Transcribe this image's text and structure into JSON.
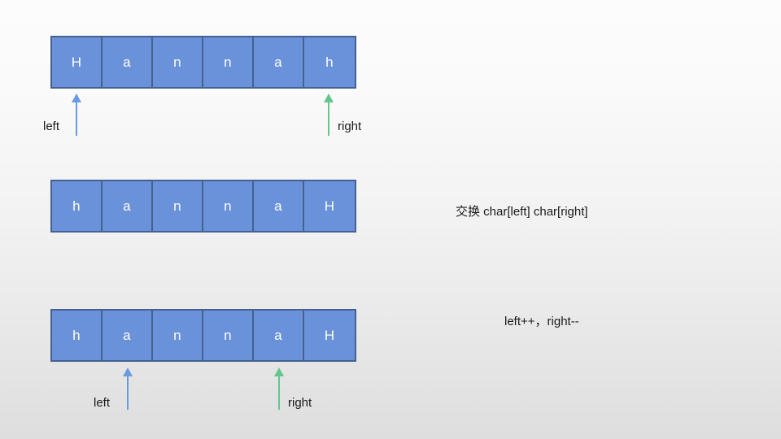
{
  "slide": {
    "background_top_color": "#fcfcfc",
    "background_bottom_color": "#dedede",
    "cell_fill_color": "#6a92da",
    "cell_border_color": "#44618f",
    "cell_text_color": "#ffffff",
    "left_pointer_color": "#6a9be0",
    "right_pointer_color": "#63c68c",
    "text_color": "#1a1a1a"
  },
  "rows": [
    {
      "id": "row-1",
      "cells": [
        "H",
        "a",
        "n",
        "n",
        "a",
        "h"
      ],
      "pointers": [
        {
          "name": "left",
          "label": "left",
          "color": "#6a9be0",
          "cell_index": 0
        },
        {
          "name": "right",
          "label": "right",
          "color": "#63c68c",
          "cell_index": 5
        }
      ]
    },
    {
      "id": "row-2",
      "cells": [
        "h",
        "a",
        "n",
        "n",
        "a",
        "H"
      ],
      "pointers": []
    },
    {
      "id": "row-3",
      "cells": [
        "h",
        "a",
        "n",
        "n",
        "a",
        "H"
      ],
      "pointers": [
        {
          "name": "left",
          "label": "left",
          "color": "#6a9be0",
          "cell_index": 1
        },
        {
          "name": "right",
          "label": "right",
          "color": "#63c68c",
          "cell_index": 4
        }
      ]
    }
  ],
  "annotations": [
    {
      "id": "swap-note",
      "text": "交换 char[left] char[right]"
    },
    {
      "id": "advance-note",
      "text": "left++，right--"
    }
  ]
}
